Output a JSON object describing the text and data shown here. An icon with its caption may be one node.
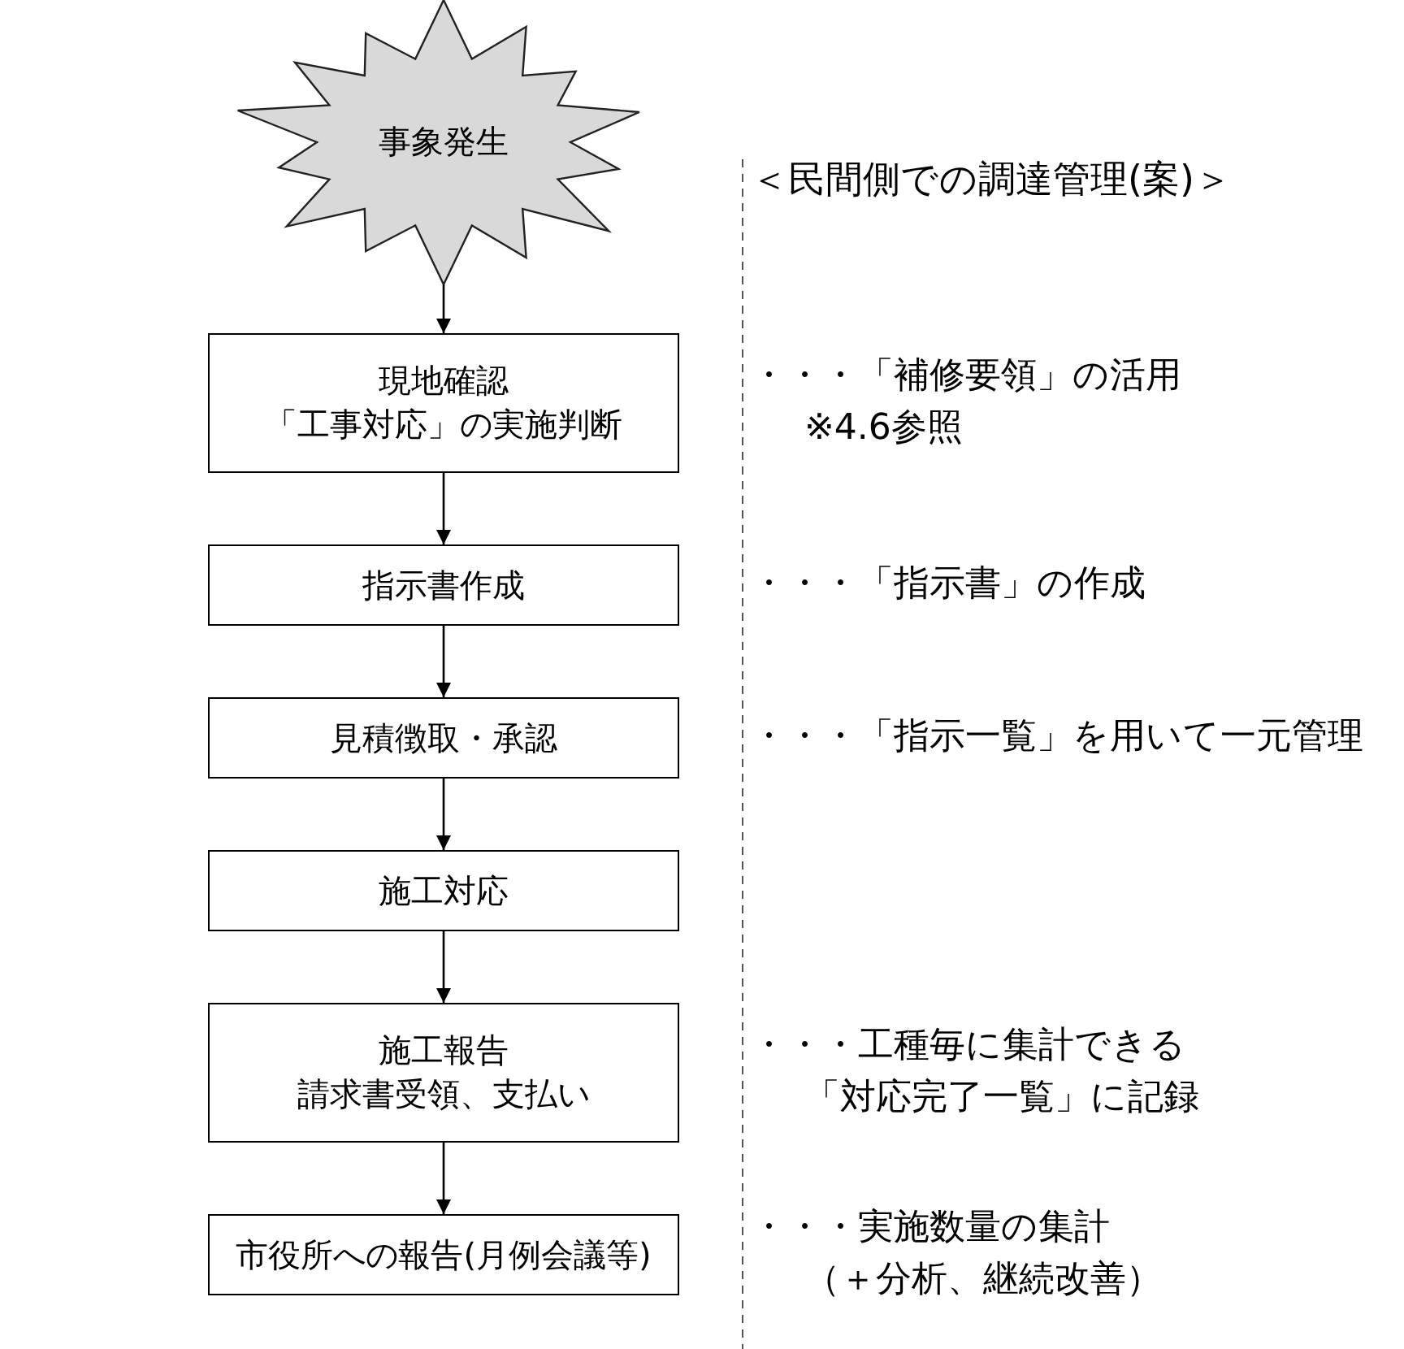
{
  "diagram": {
    "title": "＜民間側での調達管理(案)＞",
    "nodes": [
      {
        "text": [
          "事象発生"
        ]
      },
      {
        "text": [
          "現地確認",
          "「工事対応」の実施判断"
        ],
        "beside": [
          "・・・「補修要領」の活用※4.6参照"
        ]
      },
      {
        "text": [
          "指示書作成"
        ],
        "beside": [
          "・・・「指示書」の作成"
        ]
      },
      {
        "text": [
          "見積徴取・承認"
        ],
        "beside": [
          "・・・「指示一覧」を用いて一元管理"
        ]
      },
      {
        "text": [
          "施工対応"
        ]
      },
      {
        "text": [
          "施工報告",
          "請求書受領、支払い"
        ],
        "beside": [
          "・・・工種毎に集計できる「対応完了一覧」に記録"
        ]
      },
      {
        "text": [
          "市役所への報告(月例会議等)"
        ],
        "beside": [
          "・・・実施数量の集計（＋分析、継続改善）"
        ]
      }
    ],
    "edges": [
      {
        "from": 0,
        "to": 1,
        "arrow": "to"
      },
      {
        "from": 1,
        "to": 2,
        "arrow": "to"
      },
      {
        "from": 2,
        "to": 3,
        "arrow": "to"
      },
      {
        "from": 3,
        "to": 4,
        "arrow": "to"
      },
      {
        "from": 4,
        "to": 5,
        "arrow": "to"
      },
      {
        "from": 5,
        "to": 6,
        "arrow": "to"
      }
    ]
  }
}
